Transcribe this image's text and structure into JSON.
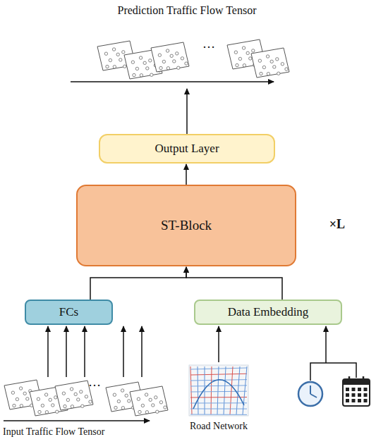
{
  "diagram": {
    "title": "Prediction Traffic Flow Tensor",
    "nodes": [
      {
        "text": [
          "Output Layer"
        ]
      },
      {
        "text": [
          "ST-Block"
        ]
      },
      {
        "text": [
          "FCs"
        ]
      },
      {
        "text": [
          "Data Embedding"
        ]
      }
    ],
    "edges": [
      {
        "from": 1,
        "to": 0,
        "arrow": "to"
      },
      {
        "from": 2,
        "to": 1,
        "arrow": "to"
      },
      {
        "from": 3,
        "to": 1,
        "arrow": "to"
      }
    ],
    "labels": [
      "×L",
      "…",
      "…",
      "Input Traffic Flow Tensor",
      "Road Network"
    ]
  }
}
